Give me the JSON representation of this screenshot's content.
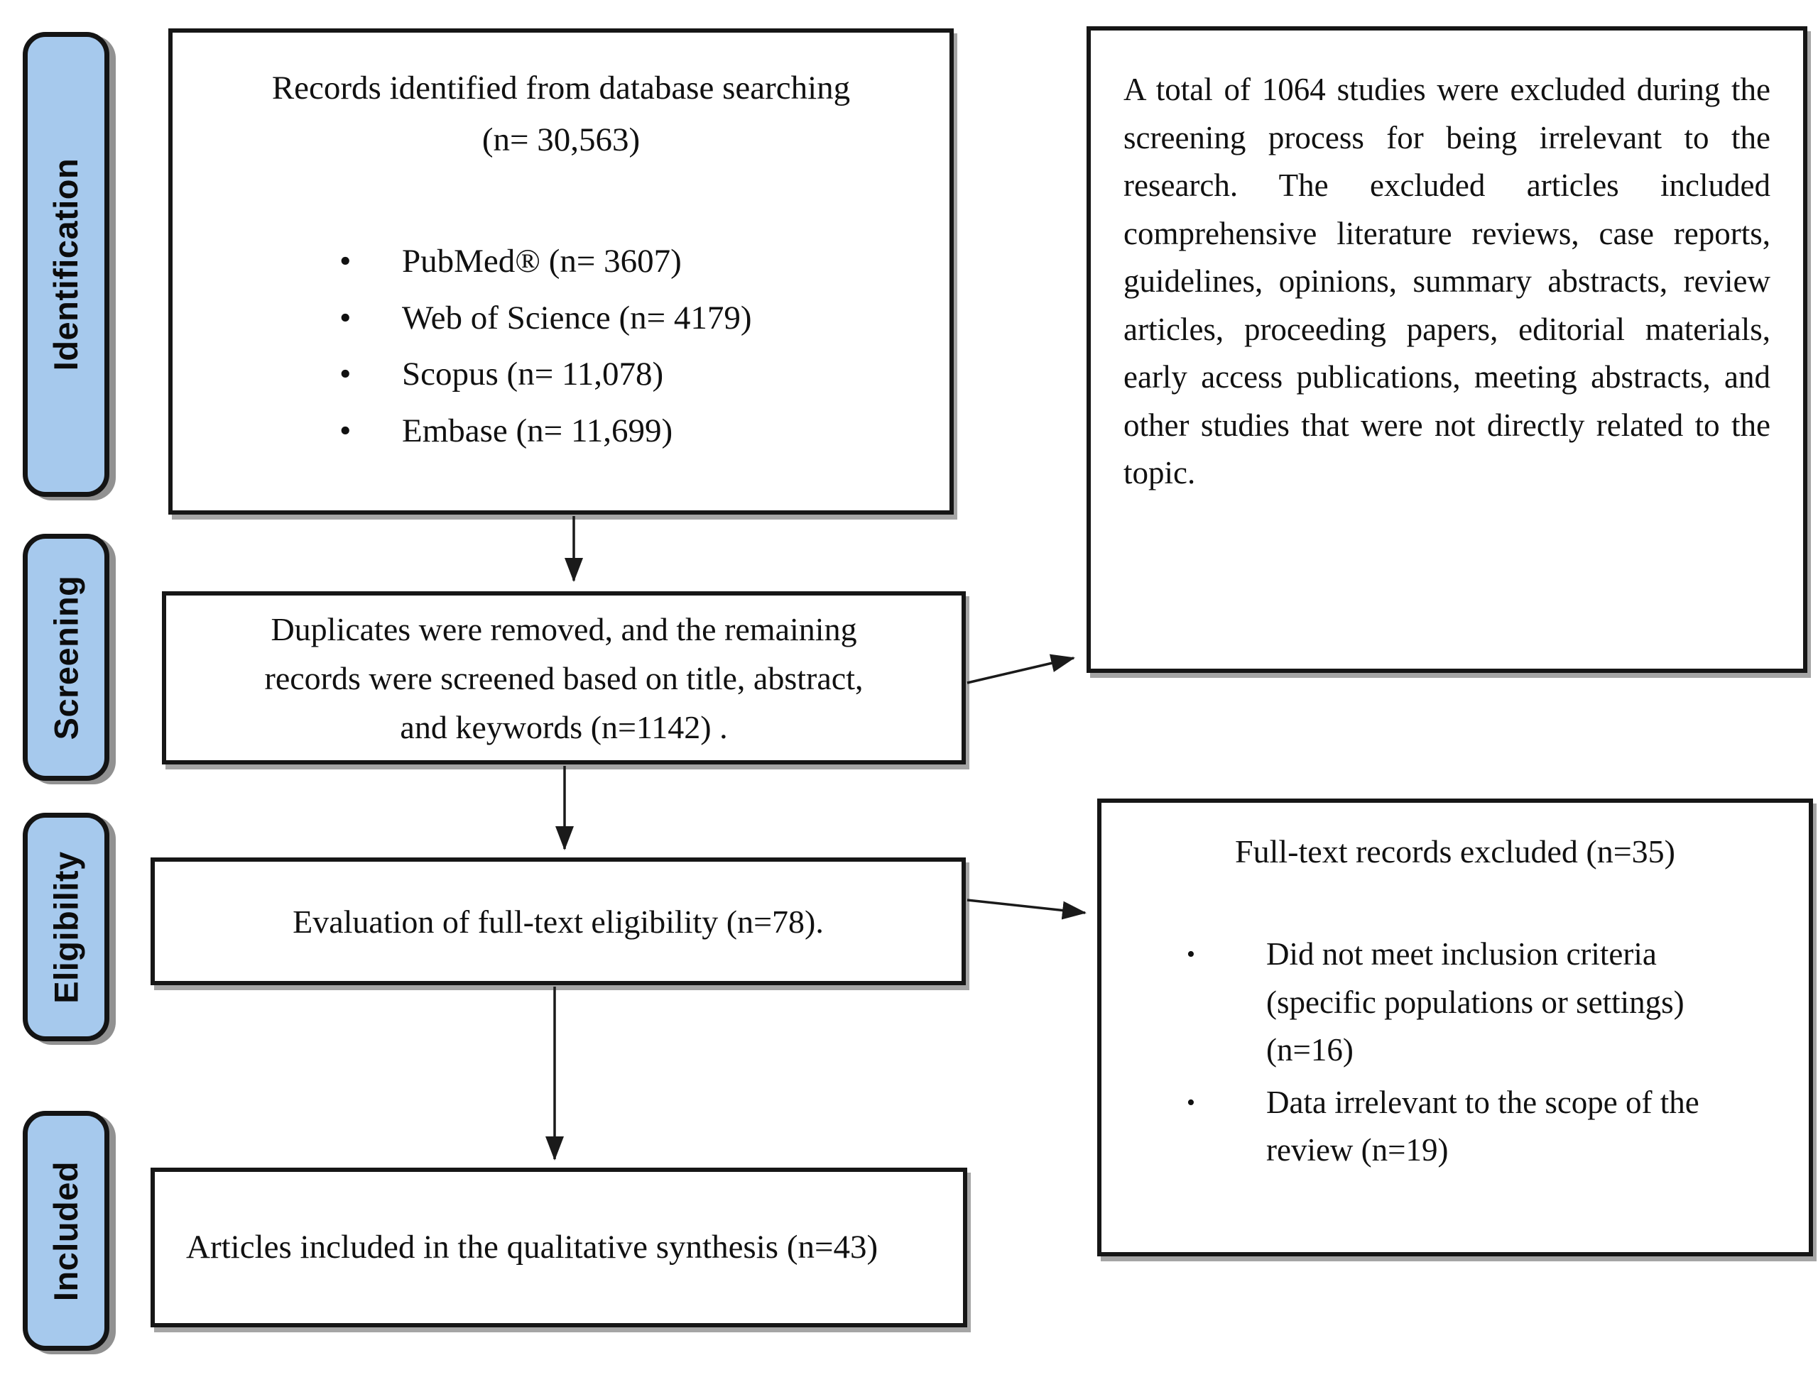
{
  "colors": {
    "stage-fill": "#A6C9ED",
    "stage-border": "#141414",
    "box-border": "#161616",
    "arrow": "#1A1A1A"
  },
  "sidebar": {
    "stages": [
      {
        "label": "Identification"
      },
      {
        "label": "Screening"
      },
      {
        "label": "Eligibility"
      },
      {
        "label": "Included"
      }
    ]
  },
  "boxes": {
    "records": {
      "title": "Records identified from database searching",
      "count": "(n= 30,563)",
      "items": [
        "PubMed® (n= 3607)",
        "Web of Science (n= 4179)",
        "Scopus (n= 11,078)",
        "Embase (n= 11,699)"
      ]
    },
    "screening_excluded": {
      "text": "A total of 1064 studies were excluded during the screening process for being irrelevant to the research. The excluded articles included comprehensive literature reviews, case reports, guidelines, opinions, summary abstracts, review articles, proceeding papers, editorial materials, early access publications, meeting abstracts, and other studies that were not directly related to the topic."
    },
    "screening": {
      "text": "Duplicates were removed, and the remaining records were screened based on title, abstract, and keywords (n=1142) ."
    },
    "eligibility": {
      "text": "Evaluation of full-text eligibility (n=78)."
    },
    "fulltext_excluded": {
      "title": "Full-text records excluded (n=35)",
      "items": [
        "Did not meet inclusion criteria (specific populations or settings) (n=16)",
        "Data irrelevant to the scope of the review (n=19)"
      ]
    },
    "included": {
      "text": "Articles included in the qualitative synthesis (n=43)"
    }
  }
}
